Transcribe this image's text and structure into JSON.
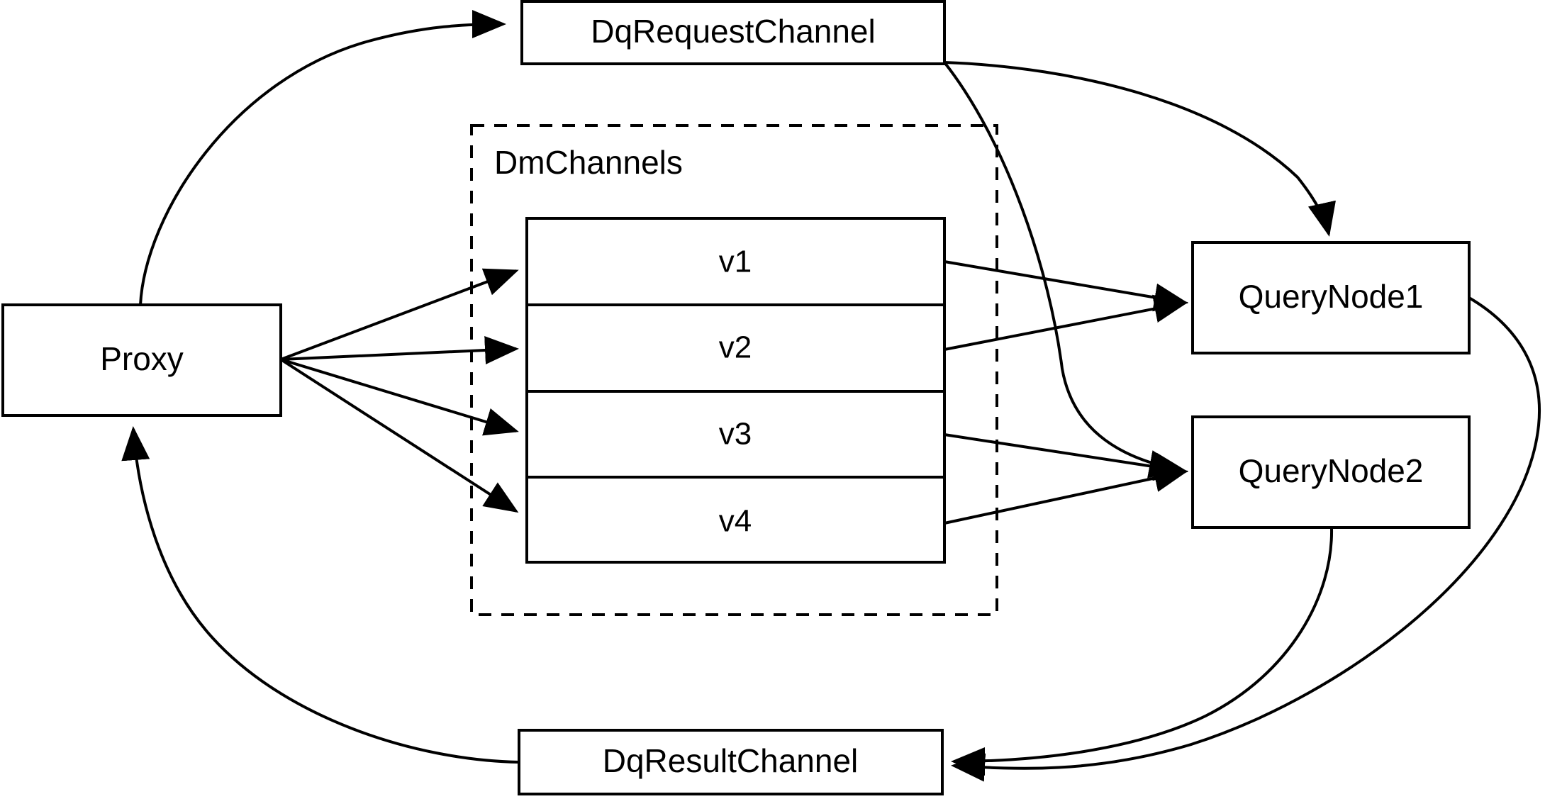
{
  "diagram": {
    "title": "Milvus distributed query channel topology",
    "background_color": "#ffffff",
    "line_color": "#000000",
    "nodes": {
      "proxy": {
        "label": "Proxy"
      },
      "dq_request_channel": {
        "label": "DqRequestChannel"
      },
      "dq_result_channel": {
        "label": "DqResultChannel"
      },
      "query_node_1": {
        "label": "QueryNode1"
      },
      "query_node_2": {
        "label": "QueryNode2"
      }
    },
    "group": {
      "label": "DmChannels",
      "style": "dashed"
    },
    "channels": [
      {
        "label": "v1"
      },
      {
        "label": "v2"
      },
      {
        "label": "v3"
      },
      {
        "label": "v4"
      }
    ],
    "edges": [
      {
        "from": "Proxy",
        "to": "DqRequestChannel",
        "style": "curved",
        "arrow": true
      },
      {
        "from": "Proxy",
        "to": "v1",
        "style": "straight",
        "arrow": true
      },
      {
        "from": "Proxy",
        "to": "v2",
        "style": "straight",
        "arrow": true
      },
      {
        "from": "Proxy",
        "to": "v3",
        "style": "straight",
        "arrow": true
      },
      {
        "from": "Proxy",
        "to": "v4",
        "style": "straight",
        "arrow": true
      },
      {
        "from": "DqRequestChannel",
        "to": "QueryNode1",
        "style": "curved",
        "arrow": true
      },
      {
        "from": "DqRequestChannel",
        "to": "QueryNode2",
        "style": "curved",
        "arrow": true
      },
      {
        "from": "v1",
        "to": "QueryNode1",
        "style": "straight",
        "arrow": true
      },
      {
        "from": "v2",
        "to": "QueryNode1",
        "style": "straight",
        "arrow": true
      },
      {
        "from": "v3",
        "to": "QueryNode2",
        "style": "straight",
        "arrow": true
      },
      {
        "from": "v4",
        "to": "QueryNode2",
        "style": "straight",
        "arrow": true
      },
      {
        "from": "QueryNode1",
        "to": "DqResultChannel",
        "style": "curved",
        "arrow": true
      },
      {
        "from": "QueryNode2",
        "to": "DqResultChannel",
        "style": "curved",
        "arrow": true
      },
      {
        "from": "DqResultChannel",
        "to": "Proxy",
        "style": "curved",
        "arrow": true
      }
    ]
  }
}
